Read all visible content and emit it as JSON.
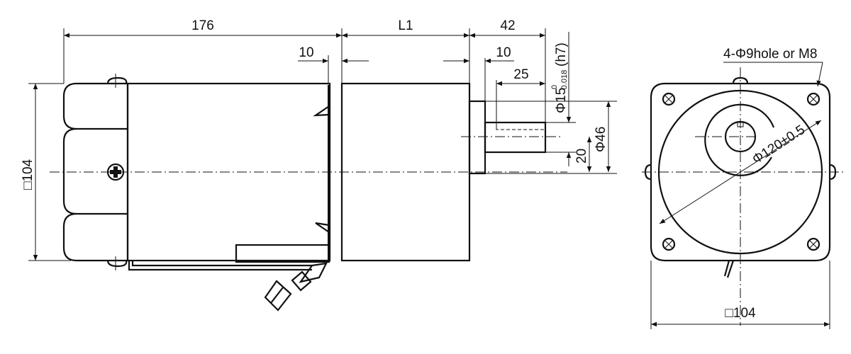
{
  "side_view": {
    "dim_total_length": "176",
    "dim_gearbox_length": "L1",
    "dim_shaft_length": "42",
    "dim_flange_gap": "10",
    "dim_pilot_length": "10",
    "dim_key_length": "25",
    "dim_shaft_diameter": "Φ15",
    "tolerance_upper": "0",
    "tolerance_lower": "-0.018",
    "tolerance_fit": "(h7)",
    "dim_pilot_diameter": "Φ46",
    "dim_shaft_offset": "20",
    "dim_height": "□104"
  },
  "front_view": {
    "hole_note": "4-Φ9hole or M8",
    "dim_bolt_circle": "Φ120±0.5",
    "dim_width": "□104"
  }
}
